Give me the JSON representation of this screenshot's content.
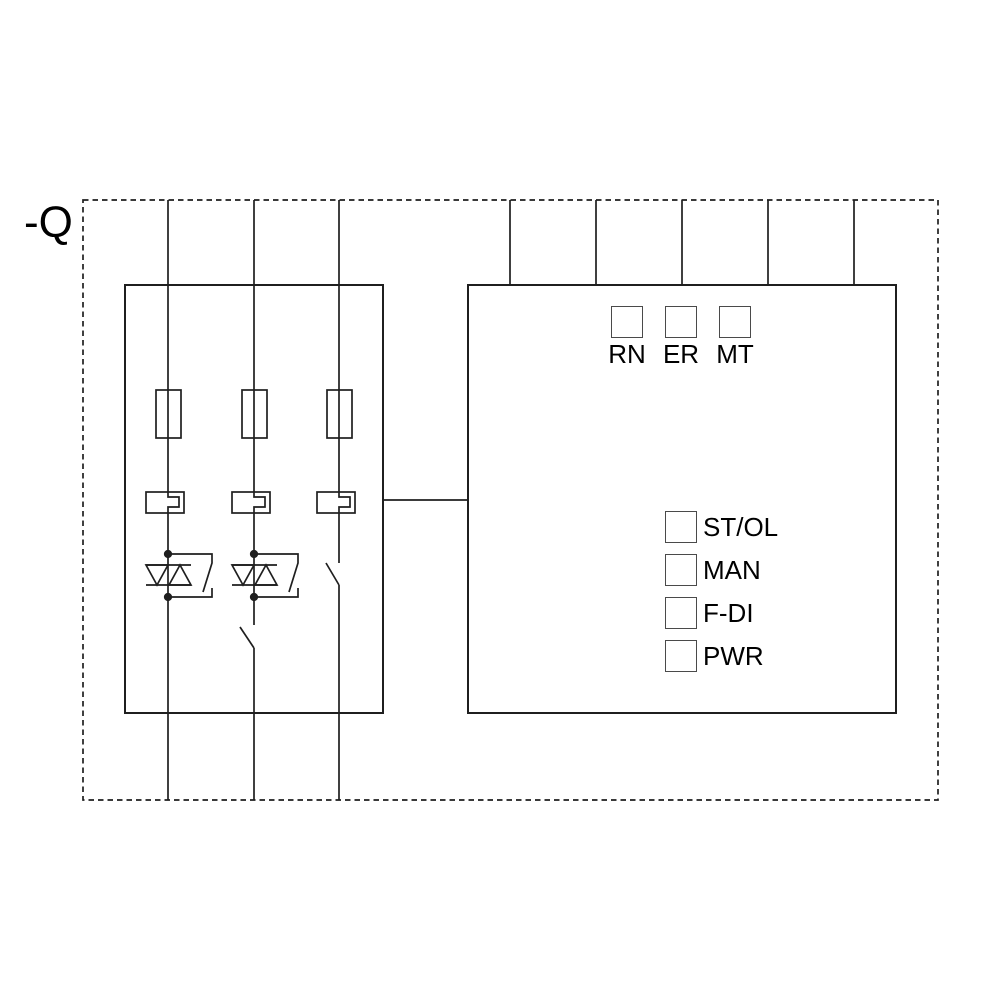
{
  "diagram": {
    "device_label": "-Q",
    "status_leds": [
      {
        "label": "RN"
      },
      {
        "label": "ER"
      },
      {
        "label": "MT"
      }
    ],
    "mode_leds": [
      {
        "label": "ST/OL"
      },
      {
        "label": "MAN"
      },
      {
        "label": "F-DI"
      },
      {
        "label": "PWR"
      }
    ],
    "symbols": {
      "fuse": "fuse-symbol",
      "thermal_overload": "overload-release-symbol",
      "antiparallel_thyristors": "thyristor-pair-symbol",
      "bypass_contact": "bypass-contact-symbol",
      "series_contact": "normally-open-contact-symbol",
      "junction": "junction-dot"
    },
    "colors": {
      "line": "#1f1f1f",
      "led_square_border": "#4a4a4a",
      "text": "#000000",
      "background": "#ffffff"
    }
  }
}
